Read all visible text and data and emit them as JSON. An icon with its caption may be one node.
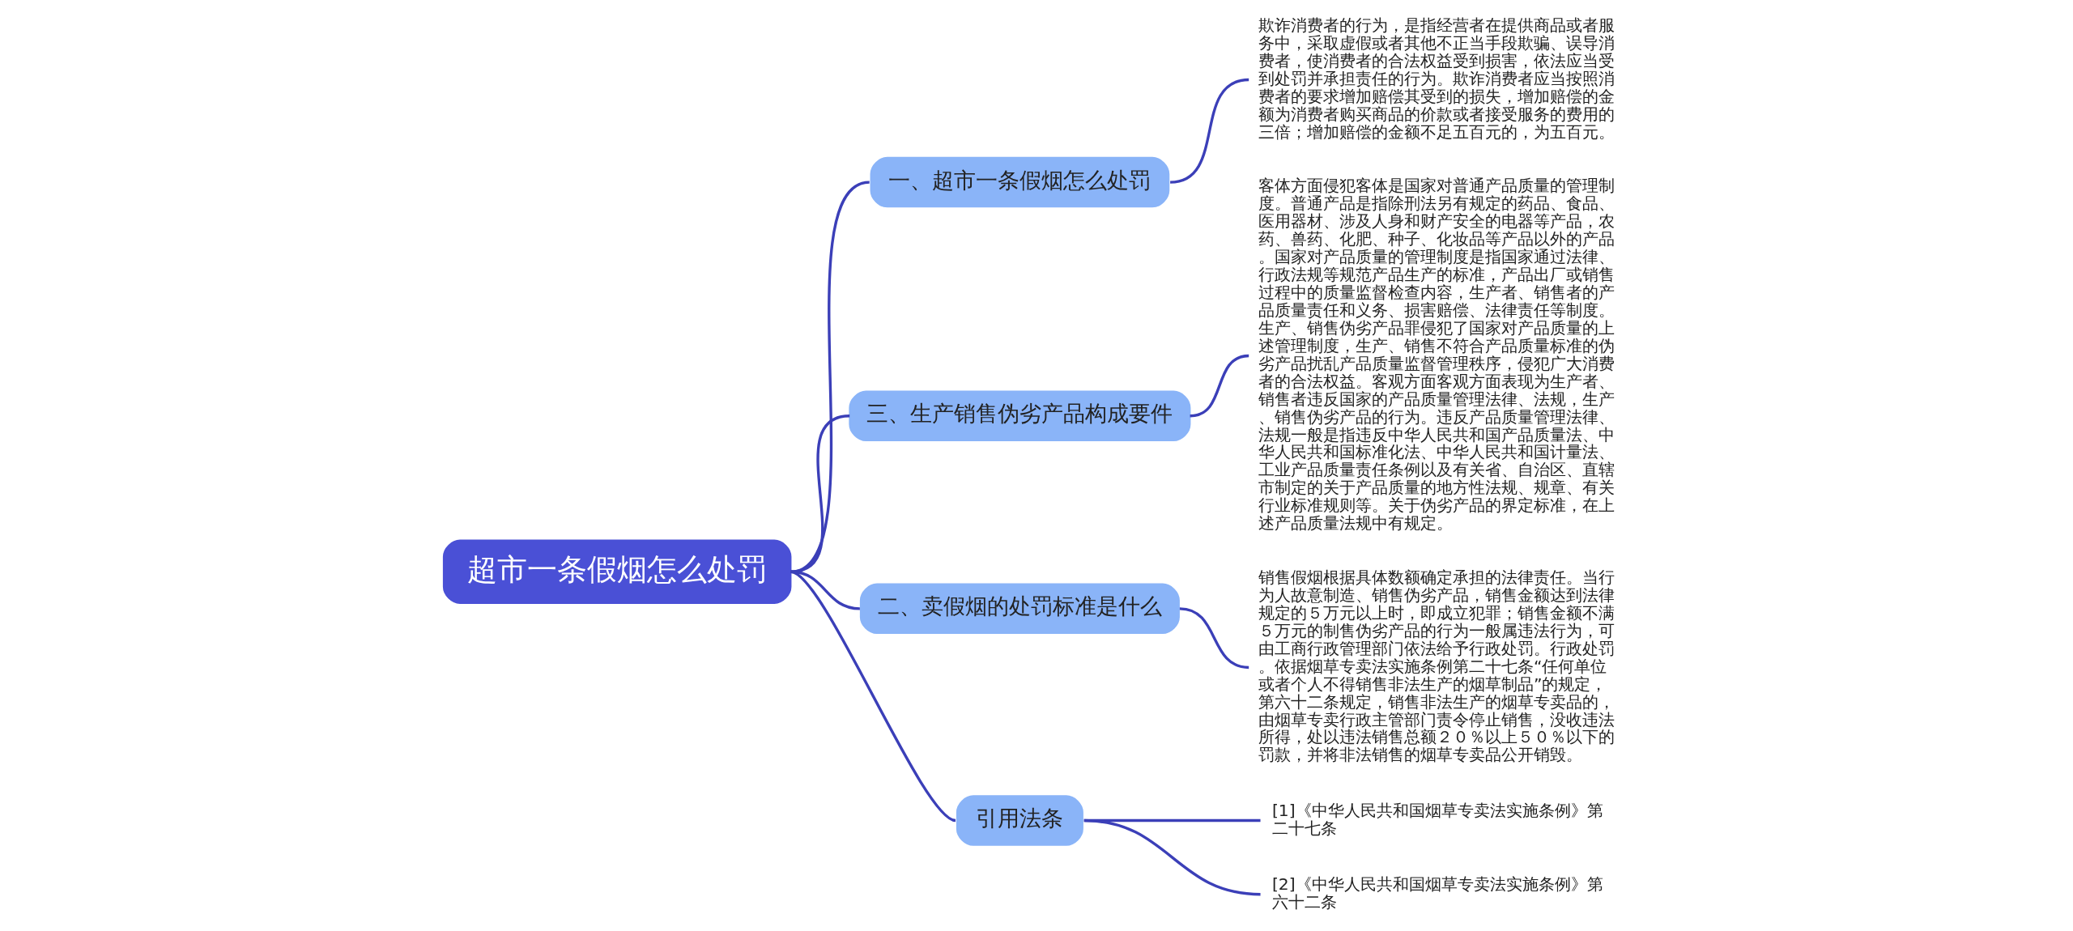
{
  "diagram": {
    "nodes": [
      {
        "text": [
          "超市一条假烟怎么处罚"
        ]
      },
      {
        "text": [
          "一、超市一条假烟怎么处罚"
        ]
      },
      {
        "text": [
          "欺诈消费者的行为，是指经营者在提供商品或者服务中，采取虚假或者其他不正当手段欺骗、误导消费者，使消费者的合法权益受到损害，依法应当受到处罚并承担责任的行为。欺诈消费者应当按照消费者的要求增加赔偿其受到的损失，增加赔偿的金额为消费者购买商品的价款或者接受服务的费用的三倍；增加赔偿的金额不足五百元的，为五百元。"
        ]
      },
      {
        "text": [
          "三、生产销售伪劣产品构成要件"
        ]
      },
      {
        "text": [
          "客体方面侵犯客体是国家对普通产品质量的管理制度。普通产品是指除刑法另有规定的药品、食品、医用器材、涉及人身和财产安全的电器等产品，农药、兽药、化肥、种子、化妆品等产品以外的产品。国家对产品质量的管理制度是指国家通过法律、行政法规等规范产品生产的标准，产品出厂或销售过程中的质量监督检查内容，生产者、销售者的产品质量责任和义务、损害赔偿、法律责任等制度。生产、销售伪劣产品罪侵犯了国家对产品质量的上述管理制度，生产、销售不符合产品质量标准的伪劣产品扰乱产品质量监督管理秩序，侵犯广大消费者的合法权益。客观方面客观方面表现为生产者、销售者违反国家的产品质量管理法律、法规，生产、销售伪劣产品的行为。违反产品质量管理法律、法规一般是指违反中华人民共和国产品质量法、中华人民共和国标准化法、中华人民共和国计量法、工业产品质量责任条例以及有关省、自治区、直辖市制定的关于产品质量的地方性法规、规章、有关行业标准规则等。关于伪劣产品的界定标准，在上述产品质量法规中有规定。"
        ]
      },
      {
        "text": [
          "二、卖假烟的处罚标准是什么"
        ]
      },
      {
        "text": [
          "销售假烟根据具体数额确定承担的法律责任。当行为人故意制造、销售伪劣产品，销售金额达到法律规定的５万元以上时，即成立犯罪；销售金额不满５万元的制售伪劣产品的行为一般属违法行为，可由工商行政管理部门依法给予行政处罚。行政处罚。依据烟草专卖法实施条例第二十七条“任何单位或者个人不得销售非法生产的烟草制品”的规定，第六十二条规定，销售非法生产的烟草专卖品的，由烟草专卖行政主管部门责令停止销售，没收违法所得，处以违法销售总额２０％以上５０％以下的罚款，并将非法销售的烟草专卖品公开销毁。"
        ]
      },
      {
        "text": [
          "引用法条"
        ]
      },
      {
        "text": [
          "[1]《中华人民共和国烟草专卖法实施条例》第二十七条"
        ]
      },
      {
        "text": [
          "[2]《中华人民共和国烟草专卖法实施条例》第六十二条"
        ]
      }
    ],
    "edges": [
      {
        "from": 0,
        "to": 1,
        "arrow": "none"
      },
      {
        "from": 1,
        "to": 2,
        "arrow": "none"
      },
      {
        "from": 0,
        "to": 3,
        "arrow": "none"
      },
      {
        "from": 3,
        "to": 4,
        "arrow": "none"
      },
      {
        "from": 0,
        "to": 5,
        "arrow": "none"
      },
      {
        "from": 5,
        "to": 6,
        "arrow": "none"
      },
      {
        "from": 0,
        "to": 7,
        "arrow": "none"
      },
      {
        "from": 7,
        "to": 8,
        "arrow": "none"
      },
      {
        "from": 7,
        "to": 9,
        "arrow": "none"
      }
    ]
  }
}
